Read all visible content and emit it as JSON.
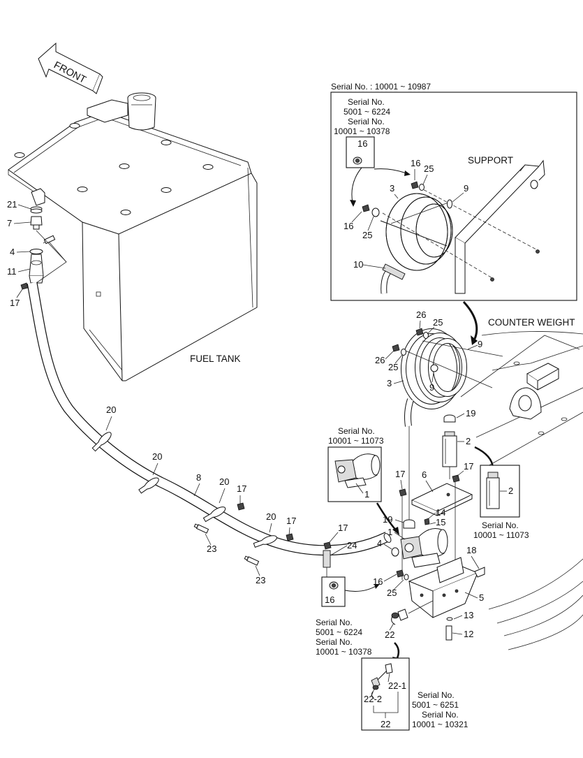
{
  "labels": {
    "front": "FRONT",
    "fuel_tank": "FUEL TANK",
    "support": "SUPPORT",
    "counter_weight": "COUNTER WEIGHT"
  },
  "serial_notes": {
    "top_panel_header": "Serial No. : 10001 ~ 10987",
    "inset16_top_a": "Serial No.",
    "inset16_top_b": "5001 ~ 6224",
    "inset16_top_c": "Serial No.",
    "inset16_top_d": "10001 ~ 10378",
    "pump_a": "Serial No.",
    "pump_b": "10001 ~ 11073",
    "filter_a": "Serial No.",
    "filter_b": "10001 ~ 11073",
    "inset16_bottom_a": "Serial No.",
    "inset16_bottom_b": "5001 ~ 6224",
    "inset16_bottom_c": "Serial No.",
    "inset16_bottom_d": "10001 ~ 10378",
    "hose22_a": "Serial No.",
    "hose22_b": "5001 ~ 6251",
    "hose22_c": "Serial No.",
    "hose22_d": "10001 ~ 10321"
  },
  "callouts": {
    "p21": "21",
    "p7": "7",
    "p4a": "4",
    "p11": "11",
    "p17a": "17",
    "p20a": "20",
    "p20b": "20",
    "p8": "8",
    "p20c": "20",
    "p17b": "17",
    "p20d": "20",
    "p17c": "17",
    "p23a": "23",
    "p23b": "23",
    "p17d": "17",
    "p24": "24",
    "p16_inset_bottom": "16",
    "p16_inset_top": "16",
    "p16a": "16",
    "p25a": "25",
    "p3a": "3",
    "p9a": "9",
    "p16b": "16",
    "p25b": "25",
    "p10": "10",
    "p26a": "26",
    "p25c": "25",
    "p9b": "9",
    "p26b": "26",
    "p25d": "25",
    "p9c": "9",
    "p3b": "3",
    "p19a": "19",
    "p2a": "2",
    "p1_inset": "1",
    "p17e": "17",
    "p6": "6",
    "p17f": "17",
    "p2_inset": "2",
    "p19b": "19",
    "p14": "14",
    "p15": "15",
    "p1": "1",
    "p4b": "4",
    "p18": "18",
    "p16c": "16",
    "p25e": "25",
    "p5": "5",
    "p13": "13",
    "p22": "22",
    "p12": "12",
    "p22_1": "22-1",
    "p22_2": "22-2",
    "p22_inset": "22"
  }
}
